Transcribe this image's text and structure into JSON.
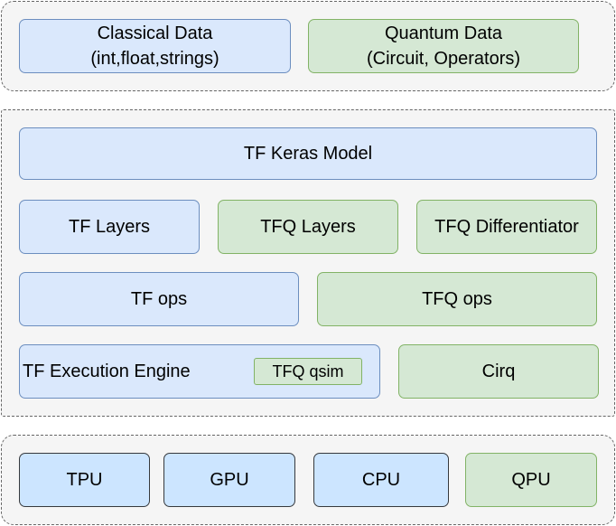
{
  "data_layer": {
    "classical": {
      "line1": "Classical Data",
      "line2": "(int,float,strings)"
    },
    "quantum": {
      "line1": "Quantum Data",
      "line2": "(Circuit, Operators)"
    }
  },
  "framework_layer": {
    "keras_model": "TF Keras Model",
    "tf_layers": "TF Layers",
    "tfq_layers": "TFQ Layers",
    "tfq_differentiator": "TFQ Differentiator",
    "tf_ops": "TF ops",
    "tfq_ops": "TFQ ops",
    "tf_execution_engine": "TF Execution Engine",
    "tfq_qsim": "TFQ qsim",
    "cirq": "Cirq"
  },
  "hardware_layer": {
    "tpu": "TPU",
    "gpu": "GPU",
    "cpu": "CPU",
    "qpu": "QPU"
  },
  "colors": {
    "tf_fill": "#dae8fc",
    "tf_stroke": "#6c8ebf",
    "tfq_fill": "#d5e8d4",
    "tfq_stroke": "#82b366",
    "hardware_fill": "#cce5ff",
    "hardware_stroke": "#36393d",
    "group_fill": "#f5f5f5",
    "group_stroke": "#666666"
  }
}
